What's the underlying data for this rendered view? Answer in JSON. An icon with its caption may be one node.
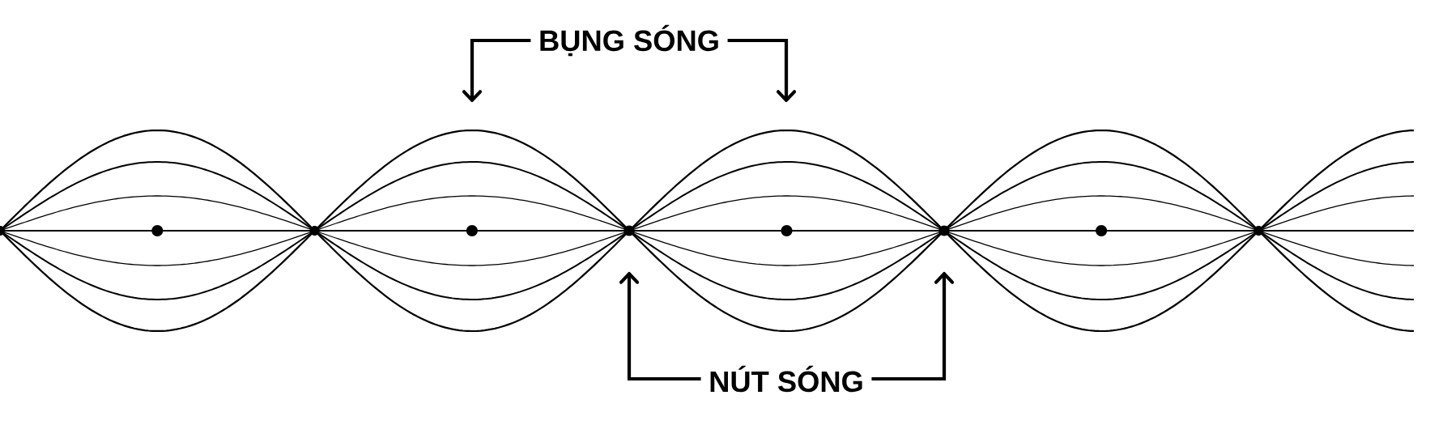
{
  "diagram": {
    "nodes": [
      {
        "text": [
          "BỤNG SÓNG"
        ]
      },
      {
        "text": [
          "NÚT SÓNG"
        ]
      },
      {
        "text": [],
        "shape": "circle"
      },
      {
        "text": [],
        "shape": "circle"
      }
    ],
    "edges": [
      {
        "from": 0,
        "to": null,
        "arrow": "to"
      },
      {
        "from": 0,
        "to": null,
        "arrow": "to"
      },
      {
        "from": 1,
        "to": 2,
        "arrow": "to"
      },
      {
        "from": 1,
        "to": 3,
        "arrow": "to"
      }
    ]
  }
}
